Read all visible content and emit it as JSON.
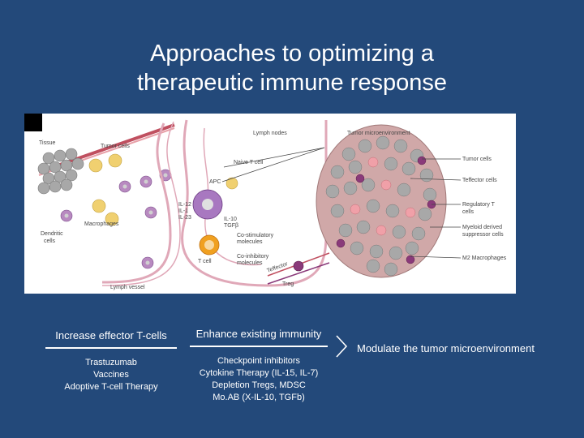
{
  "slide": {
    "title_line1": "Approaches to optimizing a",
    "title_line2": "therapeutic immune response"
  },
  "figure": {
    "labels": {
      "tissue": "Tissue",
      "tumor_cells_left": "Tumor cells",
      "macrophages": "Macrophages",
      "dendritic_cells_1": "Dendritic",
      "dendritic_cells_2": "cells",
      "lymph_vessel": "Lymph vessel",
      "lymph_nodes": "Lymph nodes",
      "naive_t_cell": "Naive T cell",
      "apc": "APC",
      "il12": "IL-12",
      "il1": "IL-1",
      "il23": "IL-23",
      "il10": "IL-10",
      "tgfb": "TGFβ",
      "costim_1": "Co-stimulatory",
      "costim_2": "molecules",
      "coinhib_1": "Co-inhibitory",
      "coinhib_2": "molecules",
      "t_cell": "T cell",
      "effector": "Teffector",
      "treg": "Treg",
      "tumor_microenvironment": "Tumor microenvironment",
      "tumor_cells_right": "Tumor cells",
      "teffector_cells": "Teffector cells",
      "regulatory_t_1": "Regulatory T",
      "regulatory_t_2": "cells",
      "mdsc_1": "Myeloid derived",
      "mdsc_2": "suppressor cells",
      "m2_macrophages": "M2 Macrophages"
    }
  },
  "approaches": {
    "effector": {
      "heading": "Increase effector T-cells",
      "items": [
        "Trastuzumab",
        "Vaccines",
        "Adoptive T-cell Therapy"
      ]
    },
    "immunity": {
      "heading": "Enhance existing immunity",
      "items": [
        "Checkpoint inhibitors",
        "Cytokine Therapy (IL-15, IL-7)",
        "Depletion Tregs, MDSC",
        "Mo.AB (X-IL-10, TGFb)"
      ]
    },
    "microenvironment": {
      "heading": "Modulate the tumor microenvironment"
    }
  },
  "colors": {
    "background": "#23497a",
    "tumor_cell": "#a8a8a8",
    "effector_cell": "#f0a0a8",
    "regulatory_cell": "#8a3a7a",
    "dendritic_cell": "#b88ac0",
    "t_cell": "#f0a020"
  }
}
